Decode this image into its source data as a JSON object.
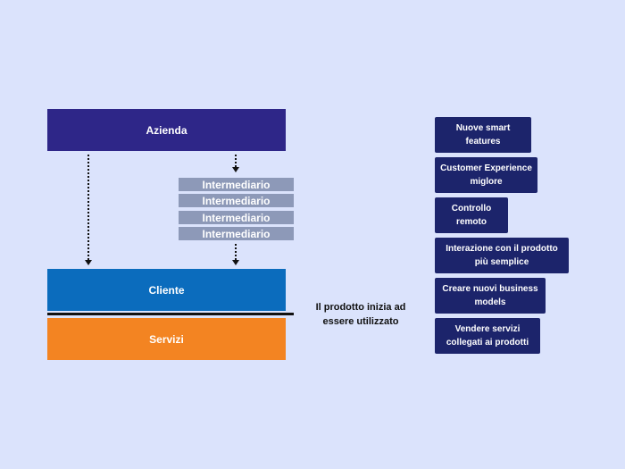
{
  "diagram": {
    "azienda": "Azienda",
    "intermediari": [
      "Intermediario",
      "Intermediario",
      "Intermediario",
      "Intermediario"
    ],
    "cliente": "Cliente",
    "servizi": "Servizi",
    "caption": "Il prodotto inizia ad essere utilizzato"
  },
  "features": [
    "Nuove smart features",
    "Customer Experience miglore",
    "Controllo remoto",
    "Interazione con il prodotto più semplice",
    "Creare nuovi business models",
    "Vendere servizi collegati ai prodotti"
  ],
  "colors": {
    "background": "#dbe3fc",
    "azienda": "#2e2688",
    "cliente": "#0b6cbd",
    "servizi": "#f38422",
    "intermediario": "#8d99b8",
    "feature": "#1c246b"
  }
}
